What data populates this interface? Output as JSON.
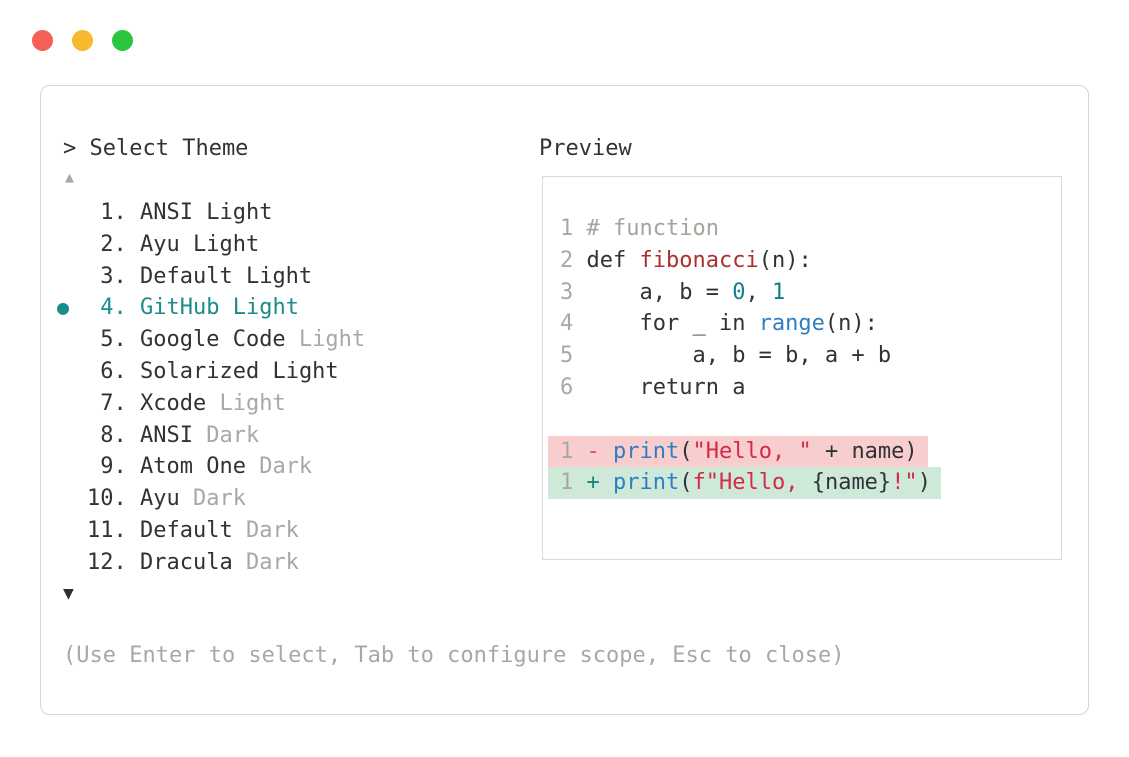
{
  "window": {
    "traffic_lights": [
      {
        "name": "close",
        "color_key": "traffic_red"
      },
      {
        "name": "minimize",
        "color_key": "traffic_yellow"
      },
      {
        "name": "zoom",
        "color_key": "traffic_green"
      }
    ]
  },
  "prompt": {
    "text": "> Select Theme"
  },
  "scroll": {
    "up_glyph": "▲",
    "down_glyph": "▼",
    "bullet_glyph": "●"
  },
  "theme_list": {
    "items": [
      {
        "number": "1",
        "name": "ANSI",
        "variant": "Light",
        "variant_muted": false,
        "selected": false
      },
      {
        "number": "2",
        "name": "Ayu",
        "variant": "Light",
        "variant_muted": false,
        "selected": false
      },
      {
        "number": "3",
        "name": "Default",
        "variant": "Light",
        "variant_muted": false,
        "selected": false
      },
      {
        "number": "4",
        "name": "GitHub",
        "variant": "Light",
        "variant_muted": false,
        "selected": true
      },
      {
        "number": "5",
        "name": "Google Code",
        "variant": "Light",
        "variant_muted": true,
        "selected": false
      },
      {
        "number": "6",
        "name": "Solarized",
        "variant": "Light",
        "variant_muted": false,
        "selected": false
      },
      {
        "number": "7",
        "name": "Xcode",
        "variant": "Light",
        "variant_muted": true,
        "selected": false
      },
      {
        "number": "8",
        "name": "ANSI",
        "variant": "Dark",
        "variant_muted": true,
        "selected": false
      },
      {
        "number": "9",
        "name": "Atom One",
        "variant": "Dark",
        "variant_muted": true,
        "selected": false
      },
      {
        "number": "10",
        "name": "Ayu",
        "variant": "Dark",
        "variant_muted": true,
        "selected": false
      },
      {
        "number": "11",
        "name": "Default",
        "variant": "Dark",
        "variant_muted": true,
        "selected": false
      },
      {
        "number": "12",
        "name": "Dracula",
        "variant": "Dark",
        "variant_muted": true,
        "selected": false
      }
    ]
  },
  "preview": {
    "label": "Preview",
    "code_lines": [
      {
        "num": "1",
        "tokens": [
          {
            "t": "# function",
            "c": "comment"
          }
        ]
      },
      {
        "num": "2",
        "tokens": [
          {
            "t": "def ",
            "c": "text"
          },
          {
            "t": "fibonacci",
            "c": "func"
          },
          {
            "t": "(n):",
            "c": "text"
          }
        ]
      },
      {
        "num": "3",
        "tokens": [
          {
            "t": "    a, b = ",
            "c": "text"
          },
          {
            "t": "0",
            "c": "num"
          },
          {
            "t": ", ",
            "c": "text"
          },
          {
            "t": "1",
            "c": "num"
          }
        ]
      },
      {
        "num": "4",
        "tokens": [
          {
            "t": "    for _ in ",
            "c": "text"
          },
          {
            "t": "range",
            "c": "builtin"
          },
          {
            "t": "(n):",
            "c": "text"
          }
        ]
      },
      {
        "num": "5",
        "tokens": [
          {
            "t": "        a, b = b, a + b",
            "c": "text"
          }
        ]
      },
      {
        "num": "6",
        "tokens": [
          {
            "t": "    return a",
            "c": "text"
          }
        ]
      }
    ],
    "diff_lines": [
      {
        "num": "1",
        "sign": "-",
        "kind": "removed",
        "tokens": [
          {
            "t": "print",
            "c": "builtin"
          },
          {
            "t": "(",
            "c": "text"
          },
          {
            "t": "\"Hello, \"",
            "c": "string"
          },
          {
            "t": " + name)",
            "c": "text"
          }
        ]
      },
      {
        "num": "1",
        "sign": "+",
        "kind": "added",
        "tokens": [
          {
            "t": "print",
            "c": "builtin"
          },
          {
            "t": "(",
            "c": "text"
          },
          {
            "t": "f\"Hello, ",
            "c": "string"
          },
          {
            "t": "{name}",
            "c": "text"
          },
          {
            "t": "!\"",
            "c": "string"
          },
          {
            "t": ")",
            "c": "text"
          }
        ]
      }
    ]
  },
  "hint": "(Use Enter to select, Tab to configure scope, Esc to close)",
  "colors": {
    "accent_teal": "#1a8c8c",
    "text_dark": "#2f3337",
    "muted_gray": "#a8a8a8",
    "comment": "#9da89b",
    "func_name": "#a9312e",
    "number_literal": "#147c8c",
    "builtin_blue": "#2e7fc2",
    "string_red": "#d42a46",
    "diff_minus": "#db4d58",
    "diff_plus": "#1b8076",
    "diff_removed_bg": "#f8cdcd",
    "diff_added_bg": "#cfe9d9",
    "border_gray": "#d5d5d5",
    "traffic_red": "#f45f58",
    "traffic_yellow": "#f7b92e",
    "traffic_green": "#2bc63f"
  }
}
